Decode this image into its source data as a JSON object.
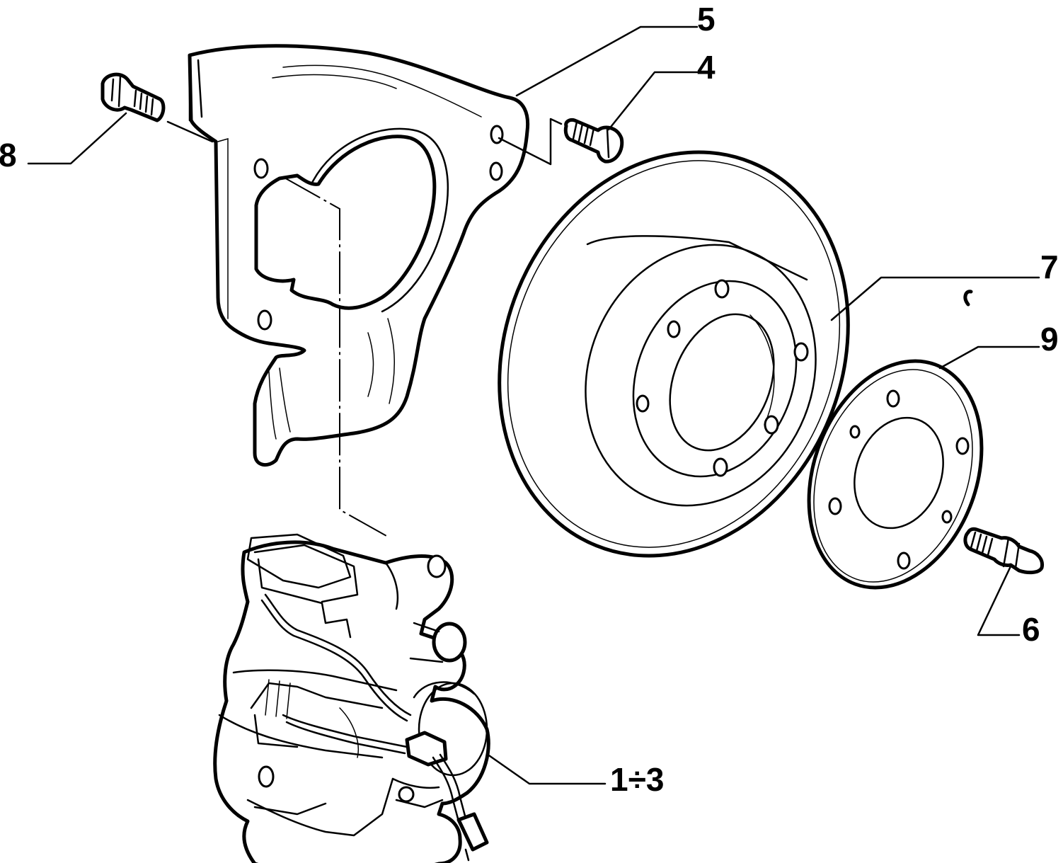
{
  "callouts": {
    "c5": "5",
    "c4": "4",
    "c8": "8",
    "c7": "7",
    "c9": "9",
    "c6": "6",
    "c13": "1÷3"
  }
}
